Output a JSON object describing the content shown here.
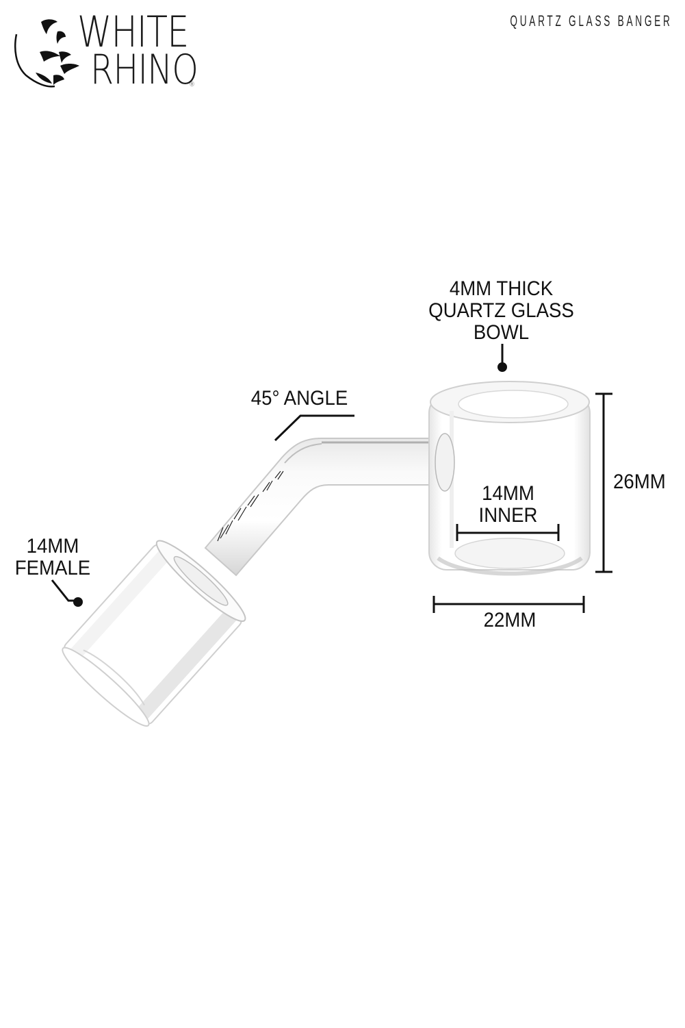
{
  "brand": {
    "line1": "WHITE",
    "line2": "RHINO",
    "registered": "®"
  },
  "header": {
    "product_title": "QUARTZ GLASS BANGER"
  },
  "annotations": {
    "bowl": {
      "line1": "4MM THICK",
      "line2": "QUARTZ GLASS",
      "line3": "BOWL"
    },
    "angle": "45° ANGLE",
    "joint": {
      "line1": "14MM",
      "line2": "FEMALE"
    },
    "inner": {
      "line1": "14MM",
      "line2": "INNER"
    },
    "height": "26MM",
    "width": "22MM"
  },
  "colors": {
    "background": "#ffffff",
    "text": "#111111",
    "glass_edge": "#c8c8c8"
  }
}
